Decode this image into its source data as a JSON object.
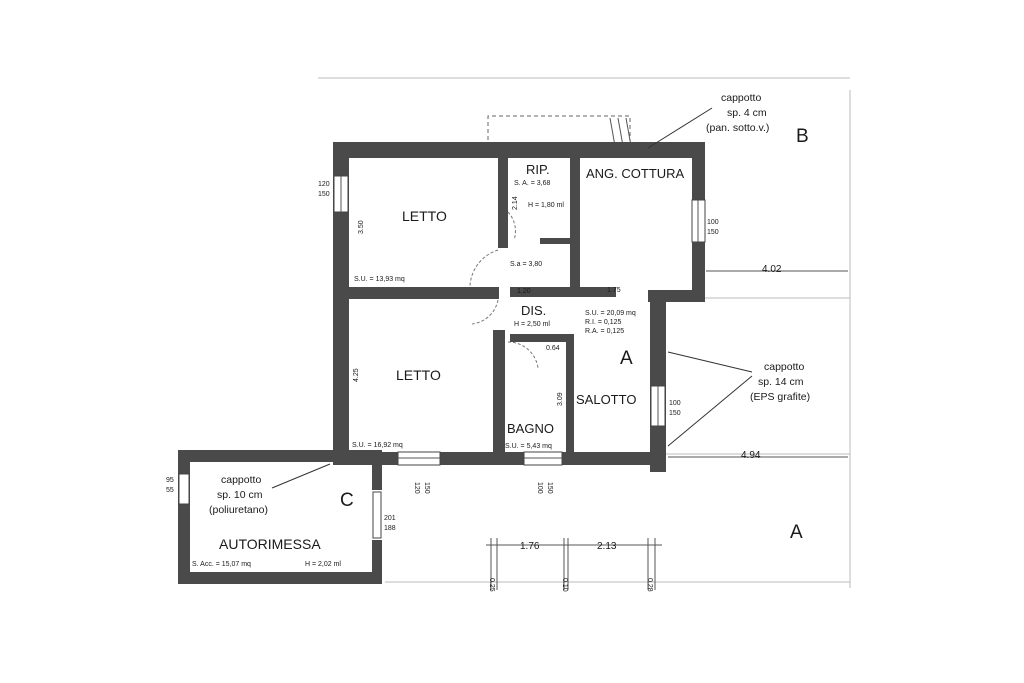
{
  "rooms": {
    "letto_top": {
      "label": "LETTO",
      "area": "S.U. = 13,93 mq",
      "dim": "3.50"
    },
    "rip": {
      "label": "RIP.",
      "area": "S. A. = 3,68",
      "height": "H = 1,80 ml",
      "dim": "2.14"
    },
    "ang_cottura": {
      "label": "ANG. COTTURA"
    },
    "letto_bottom": {
      "label": "LETTO",
      "area": "S.U. = 16,92 mq",
      "dim": "4.25"
    },
    "dis": {
      "label": "DIS.",
      "height": "H = 2,50 ml",
      "sa": "S.a = 3,80",
      "dim_a": "1.20",
      "dim_b": "0.64"
    },
    "salotto": {
      "label": "SALOTTO",
      "area": "S.U. = 20,09 mq",
      "ri": "R.I.  =  0,125",
      "ra": "R.A.  =  0,125",
      "dim": "1.75",
      "zone": "A"
    },
    "bagno": {
      "label": "BAGNO",
      "area": "S.U. = 5,43 mq",
      "dim": "3.09"
    },
    "autorimessa": {
      "label": "AUTORIMESSA",
      "area": "S. Acc. = 15,07 mq",
      "height": "H = 2,02 ml"
    }
  },
  "annotations": {
    "cappotto_b": [
      "cappotto",
      "sp. 4 cm",
      "(pan. sotto.v.)"
    ],
    "cappotto_a": [
      "cappotto",
      "sp. 14 cm",
      "(EPS grafite)"
    ],
    "cappotto_c": [
      "cappotto",
      "sp. 10 cm",
      "(poliuretano)"
    ]
  },
  "zones": {
    "a_main": "A",
    "a_out": "A",
    "b": "B",
    "c": "C"
  },
  "windows": {
    "w_left_top": [
      "120",
      "150"
    ],
    "w_right_top": [
      "100",
      "150"
    ],
    "w_right_bottom": [
      "100",
      "150"
    ],
    "w_bottom_1": [
      "120",
      "150"
    ],
    "w_bottom_2": [
      "100",
      "150"
    ],
    "w_garage_left": [
      "95",
      "55"
    ],
    "w_garage_right": [
      "201",
      "188"
    ]
  },
  "dims": {
    "d_402": "4.02",
    "d_494": "4.94",
    "d_176": "1.76",
    "d_213": "2.13",
    "d_025": "0.25",
    "d_010": "0.10",
    "d_028": "0.28"
  }
}
